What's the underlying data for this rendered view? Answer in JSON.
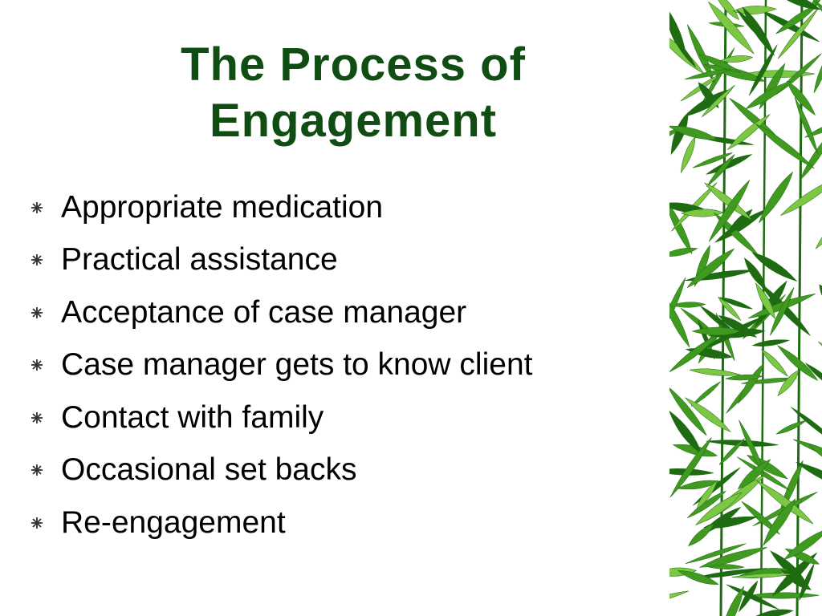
{
  "slide": {
    "title_line_1": "The Process of",
    "title_line_2": "Engagement",
    "bullets": [
      "Appropriate medication",
      "Practical assistance",
      "Acceptance of case manager",
      "Case manager gets to know client",
      "Contact with family",
      "Occasional set backs",
      "Re-engagement"
    ],
    "bullet_icon": "asterisk-star-icon",
    "decoration_image": "bamboo-leaves",
    "colors": {
      "title": "#0f4d12",
      "text": "#000000",
      "background": "#ffffff",
      "leaf_dark": "#1f6b12",
      "leaf_mid": "#3f9a1f",
      "leaf_light": "#7cc743"
    }
  }
}
